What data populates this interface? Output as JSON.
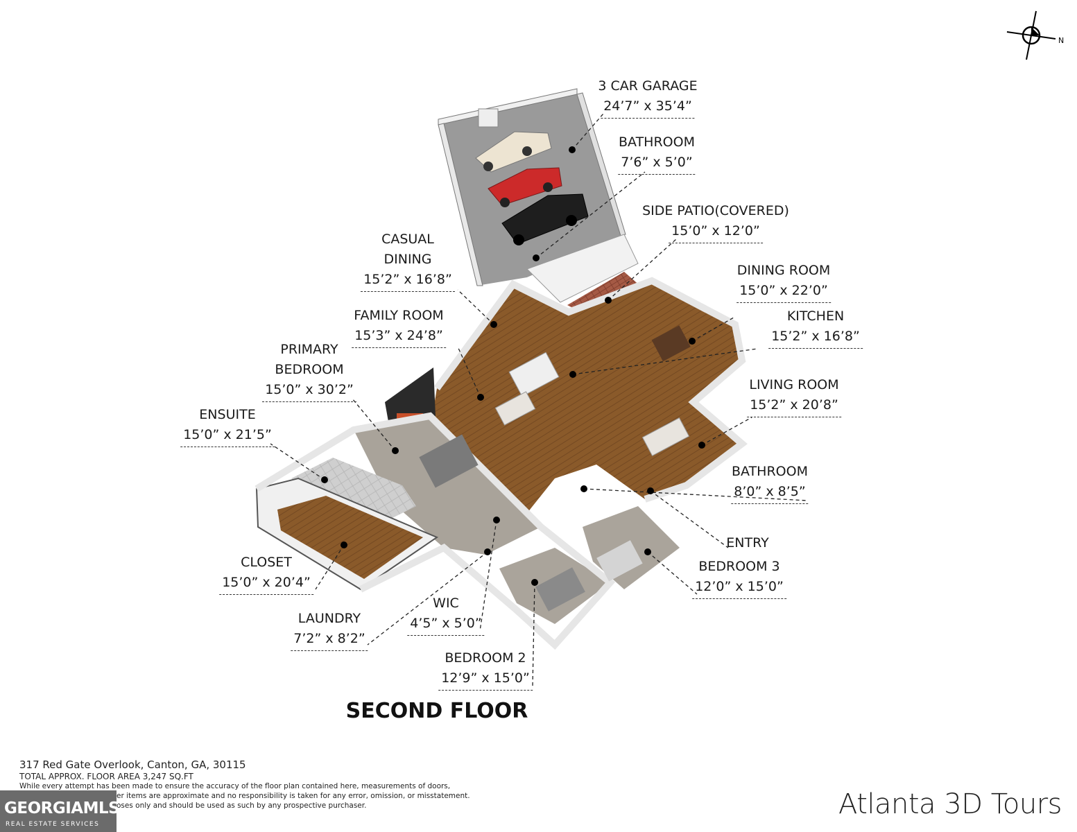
{
  "floor_title": "SECOND FLOOR",
  "compass_label": "N",
  "rooms": [
    {
      "id": "garage",
      "name": "3 CAR GARAGE",
      "dims": "24’7” x 35’4”"
    },
    {
      "id": "bathroom-1",
      "name": "BATHROOM",
      "dims": "7’6” x 5’0”"
    },
    {
      "id": "side-patio",
      "name": "SIDE PATIO(COVERED)",
      "dims": "15’0” x 12’0”"
    },
    {
      "id": "casual-dining",
      "name": "CASUAL DINING",
      "dims": "15’2” x 16’8”"
    },
    {
      "id": "dining-room",
      "name": "DINING ROOM",
      "dims": "15’0” x 22’0”"
    },
    {
      "id": "family-room",
      "name": "FAMILY ROOM",
      "dims": "15’3” x 24’8”"
    },
    {
      "id": "kitchen",
      "name": "KITCHEN",
      "dims": "15’2” x 16’8”"
    },
    {
      "id": "primary-bedroom",
      "name": "PRIMARY BEDROOM",
      "dims": "15’0” x 30’2”"
    },
    {
      "id": "living-room",
      "name": "LIVING ROOM",
      "dims": "15’2” x 20’8”"
    },
    {
      "id": "ensuite",
      "name": "ENSUITE",
      "dims": "15’0” x 21’5”"
    },
    {
      "id": "bathroom-2",
      "name": "BATHROOM",
      "dims": "8’0” x 8’5”"
    },
    {
      "id": "entry",
      "name": "ENTRY",
      "dims": ""
    },
    {
      "id": "bedroom-3",
      "name": "BEDROOM 3",
      "dims": "12’0” x 15’0”"
    },
    {
      "id": "closet",
      "name": "CLOSET",
      "dims": "15’0” x 20’4”"
    },
    {
      "id": "wic",
      "name": "WIC",
      "dims": "4’5” x 5’0”"
    },
    {
      "id": "laundry",
      "name": "LAUNDRY",
      "dims": "7’2” x 8’2”"
    },
    {
      "id": "bedroom-2",
      "name": "BEDROOM 2",
      "dims": "12’9” x 15’0”"
    }
  ],
  "footer": {
    "address": "317 Red Gate Overlook, Canton, GA, 30115",
    "total_area": "TOTAL APPROX. FLOOR AREA 3,247 SQ.FT",
    "disclaimer_1": "While  every attempt has been made to ensure the accuracy of the floor plan contained here, measurements of doors,",
    "disclaimer_2": "er items are approximate and no responsibility is taken for any error, omission, or misstatement.",
    "disclaimer_3": "oses only and should be used as such by any prospective purchaser."
  },
  "logo": {
    "line1": "GEORGIAMLS",
    "line2": "REAL ESTATE SERVICES"
  },
  "brand": "Atlanta 3D Tours",
  "colors": {
    "wood": "#8a5a2a",
    "carpet": "#a9a39a",
    "garage_floor": "#9a9a9a",
    "patio_brick": "#a55a45",
    "wall": "#f4f4f4",
    "logo_bg": "#6b6b6b"
  }
}
